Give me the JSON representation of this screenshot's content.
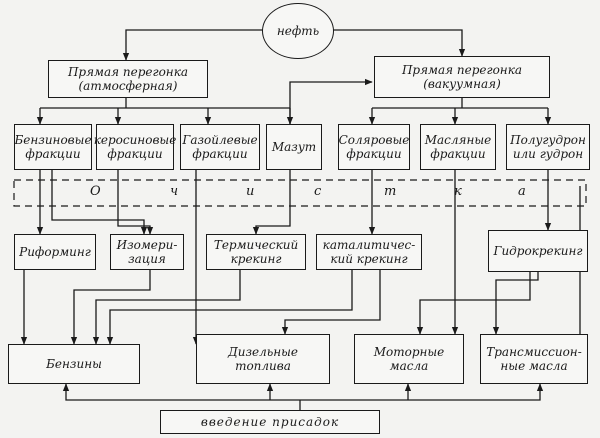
{
  "nodes": {
    "neft": "нефть",
    "atm": "Прямая перегонка\n(атмосферная)",
    "vak": "Прямая перегонка\n(вакуумная)",
    "benz_fr": "Бензиновые\nфракции",
    "ker_fr": "керосиновые\nфракции",
    "gaz_fr": "Газойлевые\nфракции",
    "mazut": "Мазут",
    "sol_fr": "Соляровые\nфракции",
    "masl_fr": "Масляные\nфракции",
    "gudron": "Полугудрон\nили гудрон",
    "riform": "Риформинг",
    "izomer": "Изомери-\nзация",
    "term": "Термический\nкрекинг",
    "katal": "каталитичес-\nкий крекинг",
    "gidro": "Гидрокрекинг",
    "benziny": "Бензины",
    "dizel": "Дизельные\nтоплива",
    "motor": "Моторные\nмасла",
    "trans": "Трансмиссион-\nные масла",
    "prisadki": "введение  присадок"
  },
  "ochistka": [
    "О",
    "ч",
    "и",
    "с",
    "т",
    "к",
    "а"
  ]
}
